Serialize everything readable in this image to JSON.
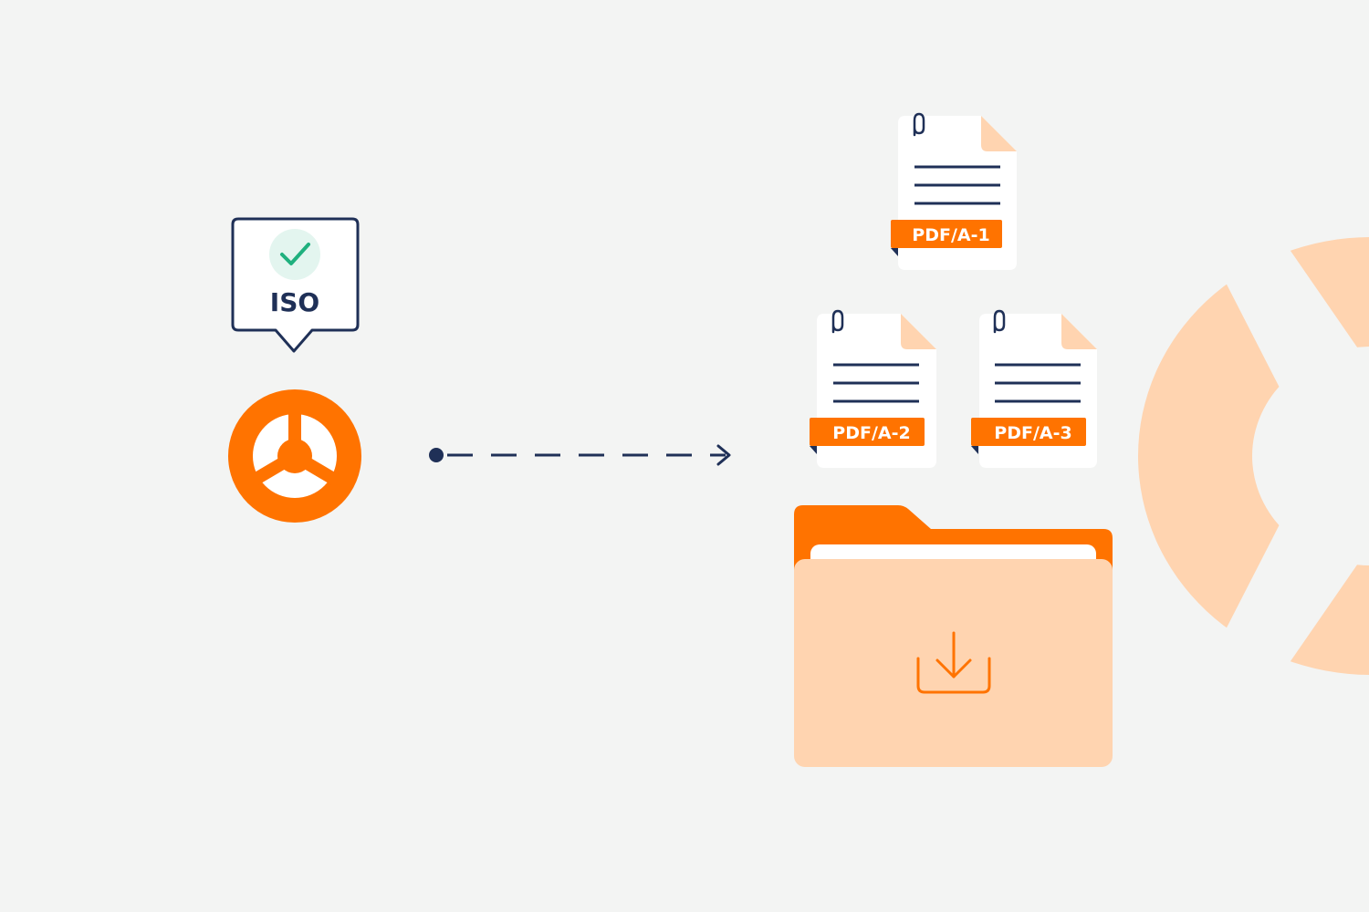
{
  "iso_badge": {
    "label": "ISO",
    "icon": "check-icon",
    "colors": {
      "border": "#1f3057",
      "check": "#1fb07e",
      "check_bg": "#e3f5ef"
    }
  },
  "logo": {
    "icon": "logo-icon",
    "color": "#ff7300"
  },
  "connector": {
    "icon": "arrow-right-icon",
    "color": "#1f3057"
  },
  "documents": [
    {
      "label": "PDF/A-1"
    },
    {
      "label": "PDF/A-2"
    },
    {
      "label": "PDF/A-3"
    }
  ],
  "folder": {
    "icon": "download-icon",
    "colors": {
      "back": "#ff7300",
      "front": "#ffd4b0",
      "icon": "#ff7300"
    }
  },
  "colors": {
    "background": "#f3f4f3",
    "accent": "#ff7300",
    "accent_light": "#ffd4b0",
    "navy": "#1f3057",
    "paper": "#ffffff"
  }
}
